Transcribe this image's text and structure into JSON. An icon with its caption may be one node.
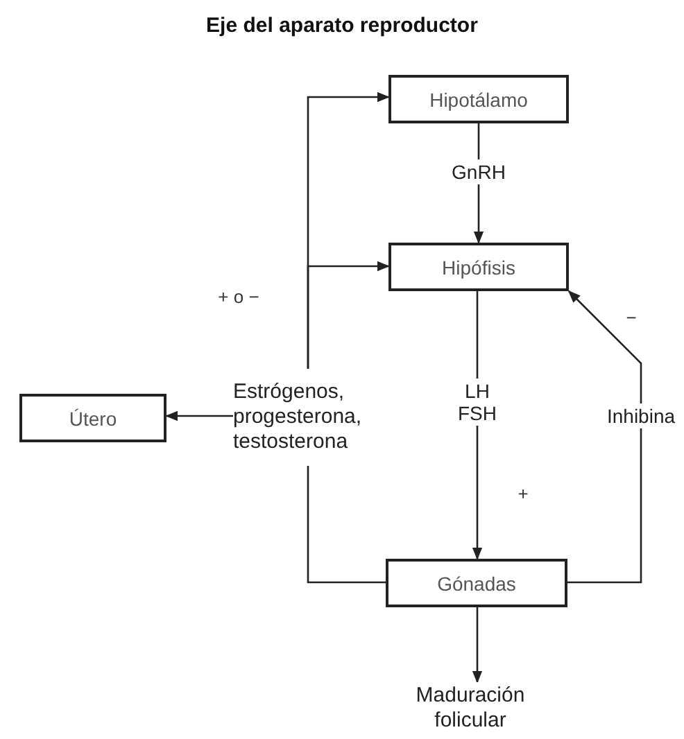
{
  "diagram": {
    "title": "Eje del aparato reproductor",
    "nodes": [
      {
        "text": [
          "Hipotálamo"
        ]
      },
      {
        "text": [
          "Hipófisis"
        ]
      },
      {
        "text": [
          "Estrógenos, progesterona, testosterona"
        ]
      },
      {
        "text": [
          "Útero"
        ]
      },
      {
        "text": [
          "Gónadas"
        ]
      },
      {
        "text": [
          "Maduración folicular"
        ]
      }
    ],
    "edges": [
      {
        "from": 0,
        "to": 1,
        "arrow": "to",
        "label": "GnRH"
      },
      {
        "from": 1,
        "to": 4,
        "arrow": "to",
        "label": "LH FSH"
      },
      {
        "from": 4,
        "to": 1,
        "arrow": "to",
        "label": "Inhibina"
      },
      {
        "from": 4,
        "to": 2,
        "arrow": "none"
      },
      {
        "from": 2,
        "to": 0,
        "arrow": "to"
      },
      {
        "from": 2,
        "to": 1,
        "arrow": "to"
      },
      {
        "from": 2,
        "to": 3,
        "arrow": "to"
      },
      {
        "from": 4,
        "to": 5,
        "arrow": "to"
      }
    ],
    "labels": [
      "+ o −",
      "−",
      "+"
    ]
  }
}
